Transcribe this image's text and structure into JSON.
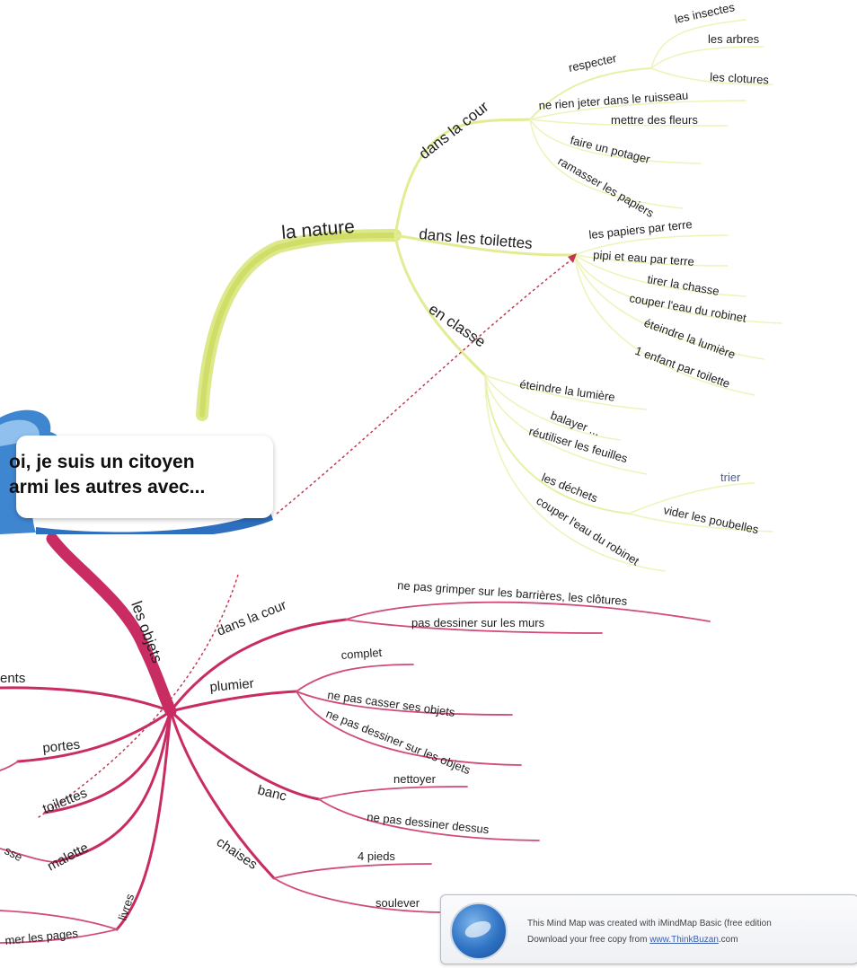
{
  "central": {
    "line1": "oi, je suis un citoyen",
    "line2": "armi les autres avec..."
  },
  "colors": {
    "nature": "#dde88a",
    "objects": "#c92b63",
    "link": "#c0394e",
    "link_target_text": "#4a5d9c"
  },
  "nature": {
    "label": "la nature",
    "cour": {
      "label": "dans la cour",
      "respecter": {
        "label": "respecter",
        "items": [
          "les insectes",
          "les arbres",
          "les clotures"
        ]
      },
      "items": [
        "ne rien jeter dans le ruisseau",
        "mettre des fleurs",
        "faire un potager",
        "ramasser les papiers"
      ]
    },
    "toilettes": {
      "label": "dans les toilettes",
      "items": [
        "les papiers par terre",
        "pipi et eau par terre",
        "tirer la chasse",
        "couper l'eau du robinet",
        "éteindre la lumière",
        "1 enfant par toilette"
      ]
    },
    "classe": {
      "label": "en classe",
      "items": [
        "éteindre la lumière",
        "balayer ...",
        "réutiliser les feuilles",
        "couper l'eau du robinet"
      ],
      "dechets": {
        "label": "les déchets",
        "items": [
          "trier",
          "vider les poubelles"
        ]
      }
    }
  },
  "objets": {
    "label": "les objets",
    "cour": {
      "label": "dans la cour",
      "items": [
        "ne pas grimper sur les barrières, les clôtures",
        "pas dessiner sur les murs"
      ]
    },
    "plumier": {
      "label": "plumier",
      "items": [
        "complet",
        "ne pas casser ses objets",
        "ne pas dessiner sur les objets"
      ]
    },
    "banc": {
      "label": "banc",
      "items": [
        "nettoyer",
        "ne pas dessiner dessus"
      ]
    },
    "chaises": {
      "label": "chaises",
      "items": [
        "4 pieds",
        "soulever"
      ]
    },
    "left_items": [
      "ents",
      "portes",
      "toilettes",
      "malette",
      "sse",
      "livres",
      "mer les pages"
    ]
  },
  "footer": {
    "line1": "This Mind Map was created with iMindMap Basic (free edition",
    "line2_prefix": "Download your free copy from",
    "link": "www.ThinkBuzan",
    "line2_suffix": ".com"
  }
}
